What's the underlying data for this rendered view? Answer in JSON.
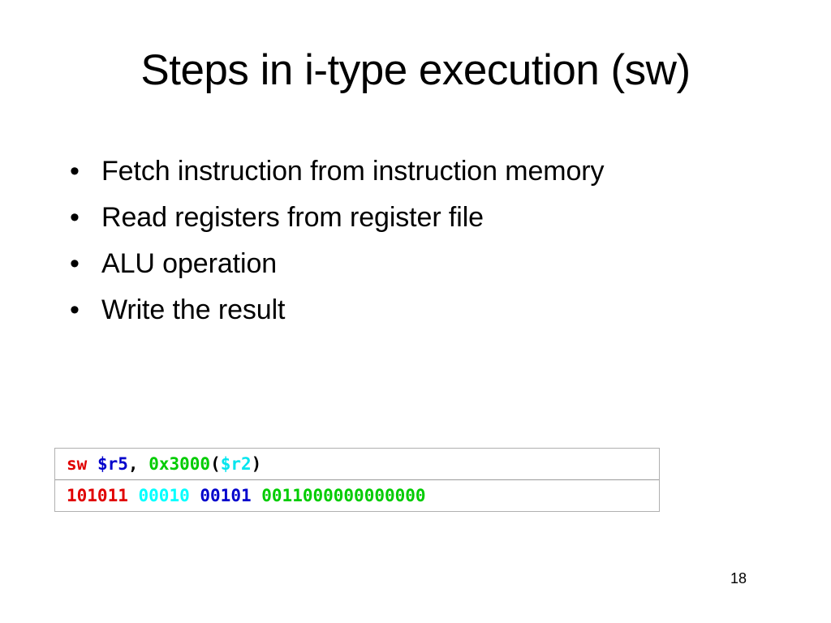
{
  "slide": {
    "title": "Steps in i-type execution (sw)",
    "page_number": "18",
    "bullet_marker": "•",
    "bullets": [
      {
        "text": "Fetch instruction from instruction memory"
      },
      {
        "text": "Read registers from register file"
      },
      {
        "text": "ALU operation"
      },
      {
        "text": "Write the result"
      }
    ],
    "code_table": {
      "assembly_row": {
        "tokens": [
          {
            "text": "sw",
            "color_name": "red",
            "color": "#e00000"
          },
          {
            "text": " ",
            "color_name": "black",
            "color": "#000000"
          },
          {
            "text": "$r5",
            "color_name": "blue",
            "color": "#0000cc"
          },
          {
            "text": ",",
            "color_name": "black",
            "color": "#000000"
          },
          {
            "text": " ",
            "color_name": "black",
            "color": "#000000"
          },
          {
            "text": "0x3000",
            "color_name": "green",
            "color": "#00cc00"
          },
          {
            "text": "(",
            "color_name": "black",
            "color": "#000000"
          },
          {
            "text": "$r2",
            "color_name": "cyan",
            "color": "#00e5ee"
          },
          {
            "text": ")",
            "color_name": "black",
            "color": "#000000"
          }
        ]
      },
      "binary_row": {
        "tokens": [
          {
            "text": "101011",
            "color_name": "red",
            "color": "#e00000",
            "field": "opcode"
          },
          {
            "text": " ",
            "color_name": "black",
            "color": "#000000",
            "field": "space"
          },
          {
            "text": "00010",
            "color_name": "cyan",
            "color": "#00ffff",
            "field": "rs"
          },
          {
            "text": " ",
            "color_name": "black",
            "color": "#000000",
            "field": "space"
          },
          {
            "text": "00101",
            "color_name": "blue",
            "color": "#0000cc",
            "field": "rt"
          },
          {
            "text": " ",
            "color_name": "black",
            "color": "#000000",
            "field": "space"
          },
          {
            "text": "0011000000000000",
            "color_name": "green",
            "color": "#00cc00",
            "field": "immediate"
          }
        ]
      }
    }
  }
}
